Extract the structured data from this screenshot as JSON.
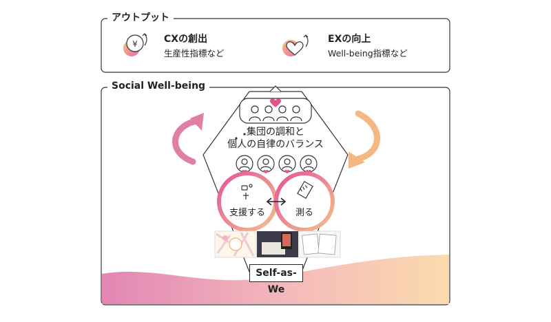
{
  "output": {
    "section_title": "アウトプット",
    "cx": {
      "title": "CXの創出",
      "subtitle": "生産性指標など",
      "icon": "yen-coin-icon"
    },
    "ex": {
      "title": "EXの向上",
      "subtitle": "Well-being指標など",
      "icon": "heart-icon"
    }
  },
  "social": {
    "section_title": "Social Well-being",
    "balance_line1": "集団の調和と",
    "balance_line2": "個人の自律のバランス",
    "support_label": "支援する",
    "measure_label": "測る",
    "base_label": "Self-as-We"
  },
  "colors": {
    "accent_pink": "#e0558e",
    "accent_orange": "#f0a35c",
    "gradient_start": "#e07fb0",
    "gradient_end": "#fbd9a8"
  }
}
